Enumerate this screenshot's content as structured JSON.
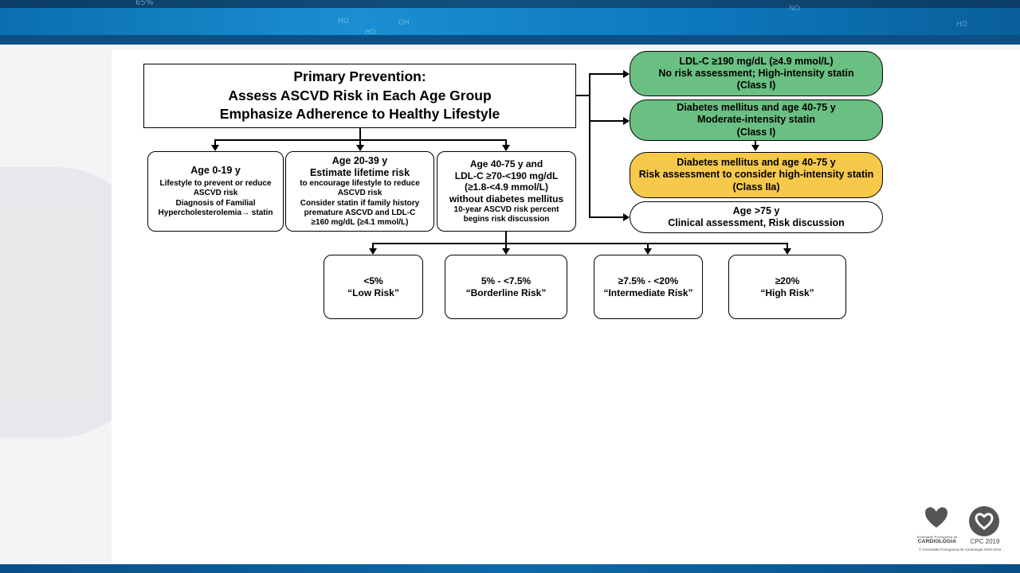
{
  "header": {
    "top_percent": "65%",
    "chem_labels": [
      "HO",
      "HO",
      "OH",
      "NO",
      "HO"
    ]
  },
  "main_box": {
    "line1": "Primary Prevention:",
    "line2": "Assess ASCVD Risk in Each Age Group",
    "line3": "Emphasize Adherence to Healthy Lifestyle"
  },
  "age_groups": [
    {
      "heading": "Age 0-19 y",
      "lines": [
        "Lifestyle to prevent or reduce",
        "ASCVD risk",
        "Diagnosis of Familial",
        "Hypercholesterolemia→ statin"
      ]
    },
    {
      "heading_lines": [
        "Age 20-39 y",
        "Estimate lifetime risk"
      ],
      "lines": [
        "to encourage lifestyle to reduce",
        "ASCVD risk",
        "Consider statin if family history",
        "premature ASCVD and LDL-C",
        "≥160 mg/dL (≥4.1 mmol/L)"
      ]
    },
    {
      "heading_lines": [
        "Age 40-75 y and",
        "LDL-C ≥70-<190 mg/dL",
        "(≥1.8-<4.9 mmol/L)",
        "without diabetes mellitus"
      ],
      "lines": [
        "10-year ASCVD risk percent",
        "begins risk discussion"
      ]
    }
  ],
  "right_boxes": [
    {
      "lines": [
        "LDL-C ≥190 mg/dL (≥4.9 mmol/L)",
        "No risk assessment; High-intensity statin",
        "(Class I)"
      ],
      "color": "#6abf82"
    },
    {
      "lines": [
        "Diabetes mellitus and age 40-75 y",
        "Moderate-intensity statin",
        "(Class I)"
      ],
      "color": "#6abf82"
    },
    {
      "lines": [
        "Diabetes mellitus and age 40-75 y",
        "Risk assessment to consider high-intensity statin",
        "(Class IIa)"
      ],
      "color": "#f7c94b"
    },
    {
      "lines": [
        "Age >75 y",
        "Clinical assessment, Risk discussion"
      ],
      "color": "#ffffff"
    }
  ],
  "risk_categories": [
    {
      "range": "<5%",
      "label": "“Low Risk”"
    },
    {
      "range": "5% - <7.5%",
      "label": "“Borderline Risk”"
    },
    {
      "range": "≥7.5% - <20%",
      "label": "“Intermediate Risk”"
    },
    {
      "range": "≥20%",
      "label": "“High Risk”"
    }
  ],
  "logos": {
    "spc_small": "Sociedade Portuguesa de",
    "spc_name": "CARDIOLOGIA",
    "cpc": "CPC 2019",
    "copyright": "© Sociedade Portuguesa de Cardiologia 2018-2019"
  }
}
